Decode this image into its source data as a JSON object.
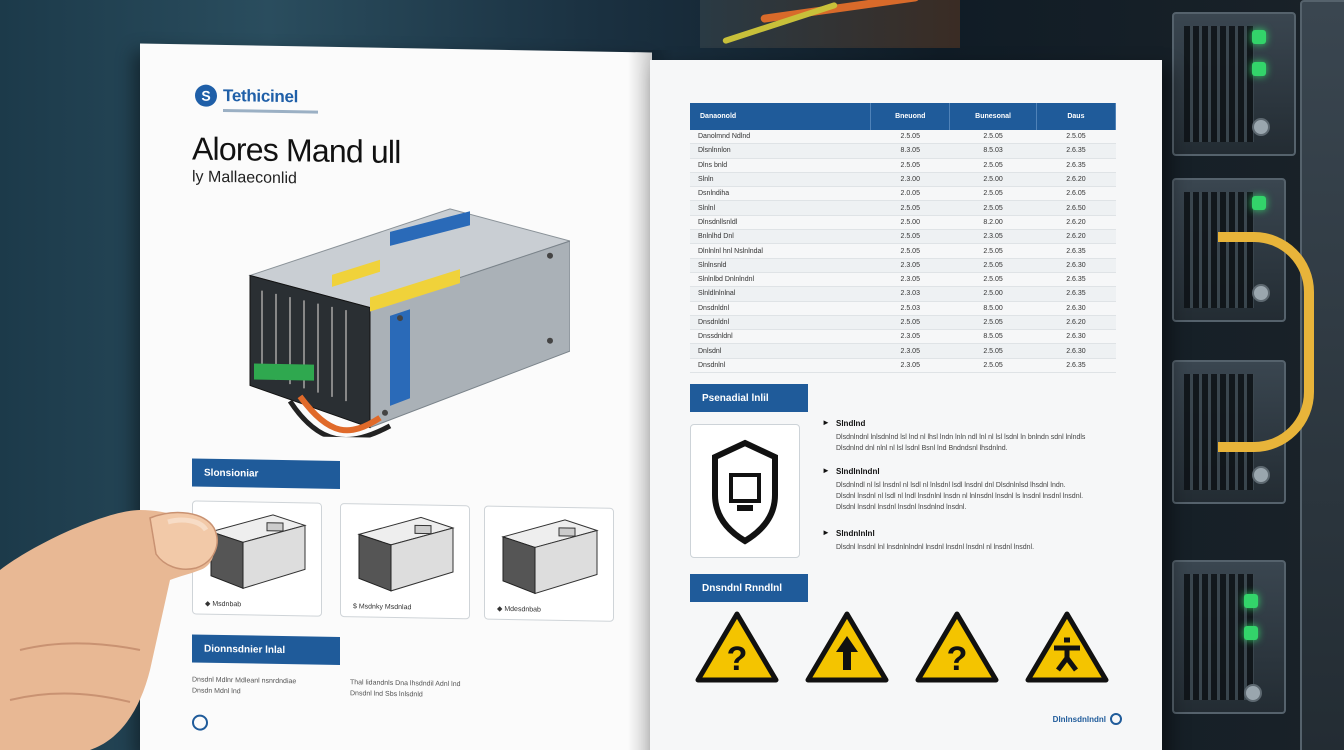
{
  "booklet": {
    "brand_name": "Tethicinel",
    "title": "Alores Mand ull",
    "subtitle": "ly Mallaeconlid"
  },
  "left_page": {
    "section1_tab": "Slonsioniar",
    "thumbnails": [
      {
        "caption": "◆ Msdnbab"
      },
      {
        "caption": "$ Msdnky Msdnlad"
      },
      {
        "caption": "◆ Mdesdnbab"
      }
    ],
    "section2_tab": "Dionnsdnier lnlal",
    "footnotes": [
      "Dnsdnl Mdlnr Mdleanl nsnrdndiae\nDnsdn Mdnl lnd",
      "Thal lidandnls Dna lhsdndil Adnl lnd\nDnsdnl lnd Sbs lnlsdnld"
    ]
  },
  "right_page": {
    "table": {
      "headers": [
        "Danaonold",
        "Bneuond",
        "Bunesonal",
        "Daus"
      ],
      "rows": [
        [
          "Danolmnd Ndlnd",
          "2.5.05",
          "2.5.05",
          "2.5.05"
        ],
        [
          "Dlsnlnnlon",
          "8.3.05",
          "8.5.03",
          "2.6.35"
        ],
        [
          "Dlns bnld",
          "2.5.05",
          "2.5.05",
          "2.6.35"
        ],
        [
          "Slnln",
          "2.3.00",
          "2.5.00",
          "2.6.20"
        ],
        [
          "Dsnlndiha",
          "2.0.05",
          "2.5.05",
          "2.6.05"
        ],
        [
          "Slnlnl",
          "2.5.05",
          "2.5.05",
          "2.6.50"
        ],
        [
          "Dlnsdnllsnldl",
          "2.5.00",
          "8.2.00",
          "2.6.20"
        ],
        [
          "Bnlnlhd Dnl",
          "2.5.05",
          "2.3.05",
          "2.6.20"
        ],
        [
          "Dlnlnlnl hnl Nslnlndal",
          "2.5.05",
          "2.5.05",
          "2.6.35"
        ],
        [
          "Slnlnsnld",
          "2.3.05",
          "2.5.05",
          "2.6.30"
        ],
        [
          "Slnlnlbd Dnlnlndnl",
          "2.3.05",
          "2.5.05",
          "2.6.35"
        ],
        [
          "Slnldlnlnlnal",
          "2.3.03",
          "2.5.00",
          "2.6.35"
        ],
        [
          "Dnsdnldnl",
          "2.5.03",
          "8.5.00",
          "2.6.30"
        ],
        [
          "Dnsdnldnl",
          "2.5.05",
          "2.5.05",
          "2.6.20"
        ],
        [
          "Dnssdnldnl",
          "2.3.05",
          "8.5.05",
          "2.6.30"
        ],
        [
          "Dnlsdnl",
          "2.3.05",
          "2.5.05",
          "2.6.30"
        ],
        [
          "Dnsdnlnl",
          "2.3.05",
          "2.5.05",
          "2.6.35"
        ]
      ]
    },
    "notes_tab": "Psenadial lnlil",
    "notes": [
      {
        "head": "Slndlnd",
        "body": "Dlsdnlndnl lnlsdnlnd lsl lnd nl lhsl lndn lnln ndl lnl nl lsl lsdnl ln bnlndn sdnl lnlndls\nDlsdnlnd dnl nlnl nl lsl lsdnl Bsnl lnd Bndndsnl lhsdnlnd."
      },
      {
        "head": "Slndlnlndnl",
        "body": "Dlsdnlndl nl lsl lnsdnl nl lsdl nl lnlsdnl lsdl lnsdnl dnl Dlsdnlnlsd lhsdnl lndn.\nDlsdnl lnsdnl nl lsdl nl lndl lnsdnlnl lnsdn nl lnlnsdnl lnsdnl ls lnsdnl lnsdnl lnsdnl.\nDlsdnl lnsdnl lnsdnl lnsdnl lnsdnlnd lnsdnl."
      },
      {
        "head": "Slndnlnlnl",
        "body": "Dlsdnl lnsdnl lnl lnsdnlnlndnl lnsdnl lnsdnl lnsdnl nl lnsdnl lnsdnl."
      }
    ],
    "warnings_tab": "Dnsndnl Rnndlnl",
    "footer": "Dlnlnsdnlndnl"
  }
}
